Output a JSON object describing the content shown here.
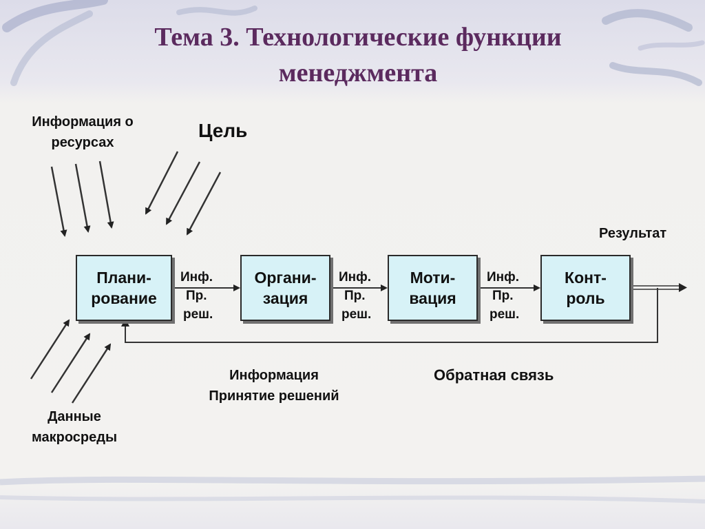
{
  "title": {
    "line1": "Тема 3. Технологические функции",
    "line2": "менеджмента"
  },
  "inputs": {
    "resources_info": {
      "line1": "Информация о",
      "line2": "ресурсах"
    },
    "goal": "Цель",
    "macro_data": {
      "line1": "Данные",
      "line2": "макросреды"
    }
  },
  "boxes": [
    {
      "line1": "Плани-",
      "line2": "рование"
    },
    {
      "line1": "Органи-",
      "line2": "зация"
    },
    {
      "line1": "Моти-",
      "line2": "вация"
    },
    {
      "line1": "Конт-",
      "line2": "роль"
    }
  ],
  "flow_labels": [
    {
      "l1": "Инф.",
      "l2": "Пр.",
      "l3": "реш."
    },
    {
      "l1": "Инф.",
      "l2": "Пр.",
      "l3": "реш."
    },
    {
      "l1": "Инф.",
      "l2": "Пр.",
      "l3": "реш."
    }
  ],
  "result": "Результат",
  "feedback": {
    "info_line1": "Информация",
    "info_line2": "Принятие решений",
    "label": "Обратная связь"
  },
  "colors": {
    "title": "#5b2a5e",
    "box_fill": "#d7f2f7",
    "box_border": "#2a2a2a"
  }
}
